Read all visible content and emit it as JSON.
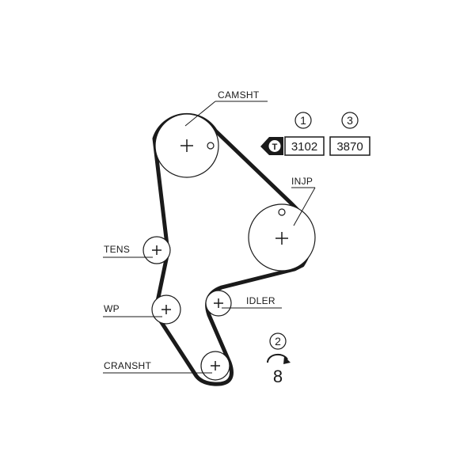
{
  "labels": {
    "camshaft": "CAMSHT",
    "injection_pump": "INJP",
    "tensioner": "TENS",
    "water_pump": "WP",
    "idler": "IDLER",
    "crankshaft": "CRANSHT"
  },
  "badges": {
    "marker_1": "1",
    "marker_2": "2",
    "marker_3": "3",
    "part_a": "3102",
    "part_b": "3870",
    "rotation_count": "8",
    "timing_icon_letter": "T"
  },
  "colors": {
    "belt": "#1a1a1a",
    "outline": "#1a1a1a",
    "background": "#ffffff"
  },
  "icons": {
    "timing": "timing-belt-badge-icon",
    "rotation": "clockwise-rotation-arrow-icon"
  }
}
